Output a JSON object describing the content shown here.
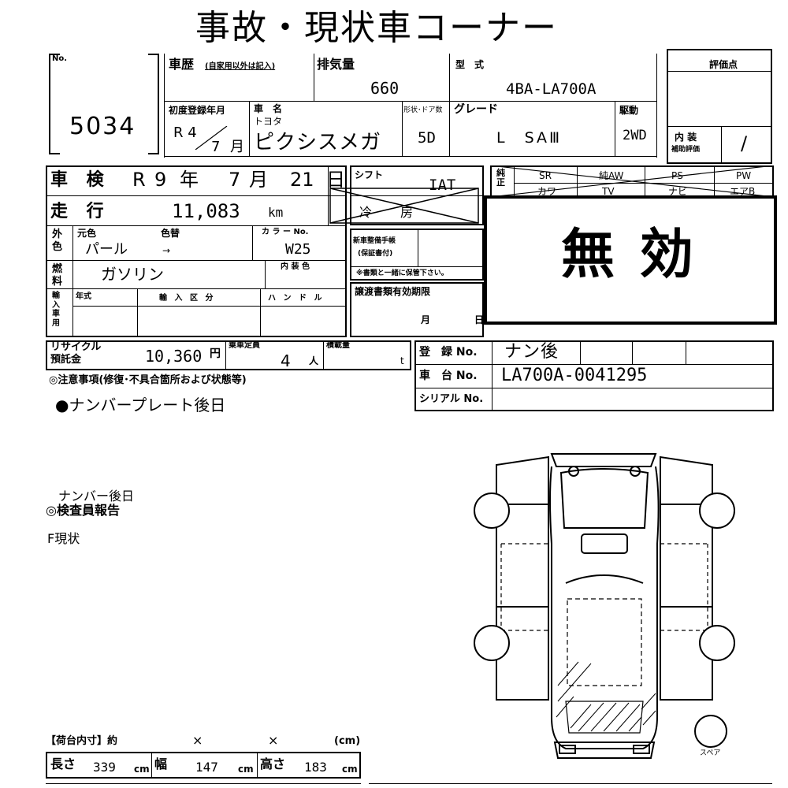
{
  "title": "事故・現状車コーナー",
  "header": {
    "no_label": "No.",
    "no_value": "5034",
    "history_label": "車歴",
    "history_note": "(自家用以外は記入)",
    "displacement_label": "排気量",
    "displacement_value": "660",
    "model_label": "型　式",
    "model_value": "4BA-LA700A",
    "score_label": "評価点",
    "first_reg_label": "初度登録年月",
    "first_reg_era": "R 4",
    "first_reg_month": "7",
    "first_reg_month_unit": "月",
    "car_name_label": "車　名",
    "maker": "トヨタ",
    "car_name": "ピクシスメガ",
    "doors_label": "形状･ドア数",
    "doors_value": "5D",
    "grade_label": "グレード",
    "grade_value": "L　SAⅢ",
    "drive_label": "駆動",
    "drive_value": "2WD",
    "interior_score_label1": "内 装",
    "interior_score_label2": "補助評価",
    "interior_score_value": "/"
  },
  "inspection": {
    "label": "車 検",
    "era": "R",
    "year": "9",
    "year_unit": "年",
    "month": "7",
    "month_unit": "月",
    "day": "21",
    "day_unit": "日"
  },
  "mileage": {
    "label": "走 行",
    "value": "11,083",
    "unit": "km"
  },
  "color": {
    "side_label": "外色",
    "orig_label": "元色",
    "repaint_label": "色替",
    "orig_value": "パール",
    "arrow": "→",
    "code_label": "カ ラ ー No.",
    "code_value": "W25"
  },
  "fuel": {
    "side_label": "燃料",
    "value": "ガソリン",
    "interior_label": "内 装 色"
  },
  "import": {
    "side_label": "輸入車用",
    "year_label": "年式",
    "type_label": "輸 入 区 分",
    "handle_label": "ハ ン ド ル"
  },
  "shift": {
    "label": "シフト",
    "value": "IAT",
    "ac_label": "冷　房"
  },
  "options": {
    "side_label": "純正",
    "row1": [
      "SR",
      "純AW",
      "PS",
      "PW"
    ],
    "row2": [
      "カワ",
      "TV",
      "ナビ",
      "エアB"
    ]
  },
  "stamp": "無 効",
  "service_book": {
    "label1": "新車整備手帳",
    "label2": "(保証書付)",
    "note": "※書類と一緒に保管下さい。"
  },
  "transfer": {
    "label": "譲渡書類有効期限",
    "month": "月",
    "day": "日"
  },
  "recycle": {
    "label1": "リサイクル",
    "label2": "預託金",
    "value": "10,360",
    "unit": "円",
    "capacity_label": "乗車定員",
    "capacity_value": "4",
    "capacity_unit": "人",
    "load_label": "積載量",
    "load_unit": "t"
  },
  "registration": {
    "reg_label": "登　録 No.",
    "reg_value": "ナン後",
    "chassis_label": "車　台 No.",
    "chassis_value": "LA700A-0041295",
    "serial_label": "シリアル No."
  },
  "notes": {
    "heading": "◎注意事項(修復･不具合箇所および状態等)",
    "item": "●ナンバープレート後日"
  },
  "inspector": {
    "text1": "ナンバー後日",
    "heading": "◎検査員報告",
    "text2": "F現状"
  },
  "diagram": {
    "spare_label": "スペア"
  },
  "cargo": {
    "label": "【荷台内寸】約",
    "x1": "×",
    "x2": "×",
    "unit_label": "(cm)",
    "length_label": "長さ",
    "length_value": "339",
    "width_label": "幅",
    "width_value": "147",
    "height_label": "高さ",
    "height_value": "183",
    "unit": "cm"
  }
}
